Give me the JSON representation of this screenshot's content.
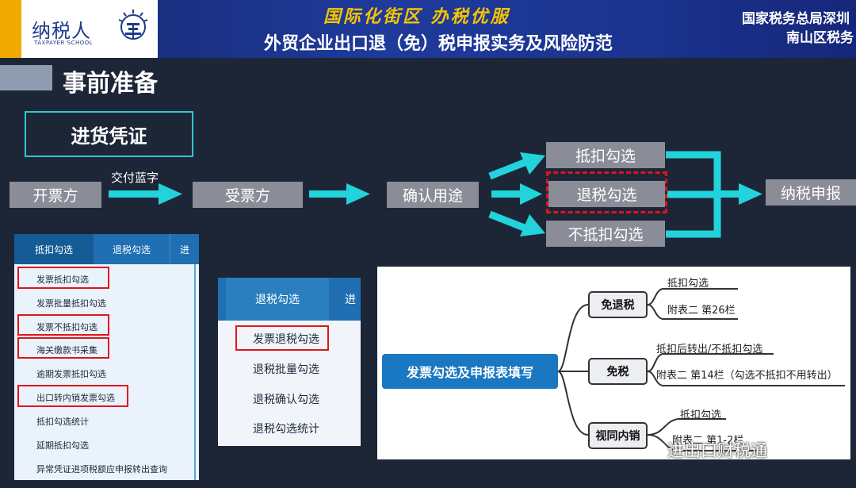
{
  "header": {
    "logo_text": "纳税人",
    "logo_sub": "TAXPAYER SCHOOL",
    "slogan": "国际化街区 办税优服",
    "course_title": "外贸企业出口退（免）税申报实务及风险防范",
    "org_line1": "国家税务总局深圳",
    "org_line2": "南山区税务",
    "colors": {
      "banner": "#1b348f",
      "accent": "#f2a900",
      "slogan": "#f6c400"
    }
  },
  "section": {
    "title": "事前准备"
  },
  "flow": {
    "voucher_label": "进货凭证",
    "issuer": "开票方",
    "deliver_label": "交付蓝字",
    "receiver": "受票方",
    "confirm": "确认用途",
    "options": [
      "抵扣勾选",
      "退税勾选",
      "不抵扣勾选"
    ],
    "declare": "纳税申报",
    "highlighted_option": "退税勾选"
  },
  "panel_deduct": {
    "tabs": [
      "抵扣勾选",
      "退税勾选",
      "进"
    ],
    "items": [
      "发票抵扣勾选",
      "发票批量抵扣勾选",
      "发票不抵扣勾选",
      "海关缴款书采集",
      "逾期发票抵扣勾选",
      "出口转内销发票勾选",
      "抵扣勾选统计",
      "延期抵扣勾选",
      "异常凭证进项税额应申报转出查询"
    ],
    "highlighted": [
      "发票抵扣勾选",
      "发票不抵扣勾选",
      "海关缴款书采集",
      "出口转内销发票勾选"
    ]
  },
  "panel_refund": {
    "tab": "退税勾选",
    "next_tab": "进",
    "items": [
      "发票退税勾选",
      "退税批量勾选",
      "退税确认勾选",
      "退税勾选统计"
    ],
    "highlighted": [
      "发票退税勾选"
    ]
  },
  "mindmap": {
    "root": "发票勾选及申报表填写",
    "branches": [
      {
        "name": "免退税",
        "upper": "抵扣勾选",
        "lower": "附表二 第26栏"
      },
      {
        "name": "免税",
        "upper": "抵扣后转出/不抵扣勾选",
        "lower": "附表二 第14栏（勾选不抵扣不用转出）"
      },
      {
        "name": "视同内销",
        "upper": "抵扣勾选",
        "lower": "附表二 第1-2栏"
      }
    ]
  },
  "watermark": "进出口财税通"
}
